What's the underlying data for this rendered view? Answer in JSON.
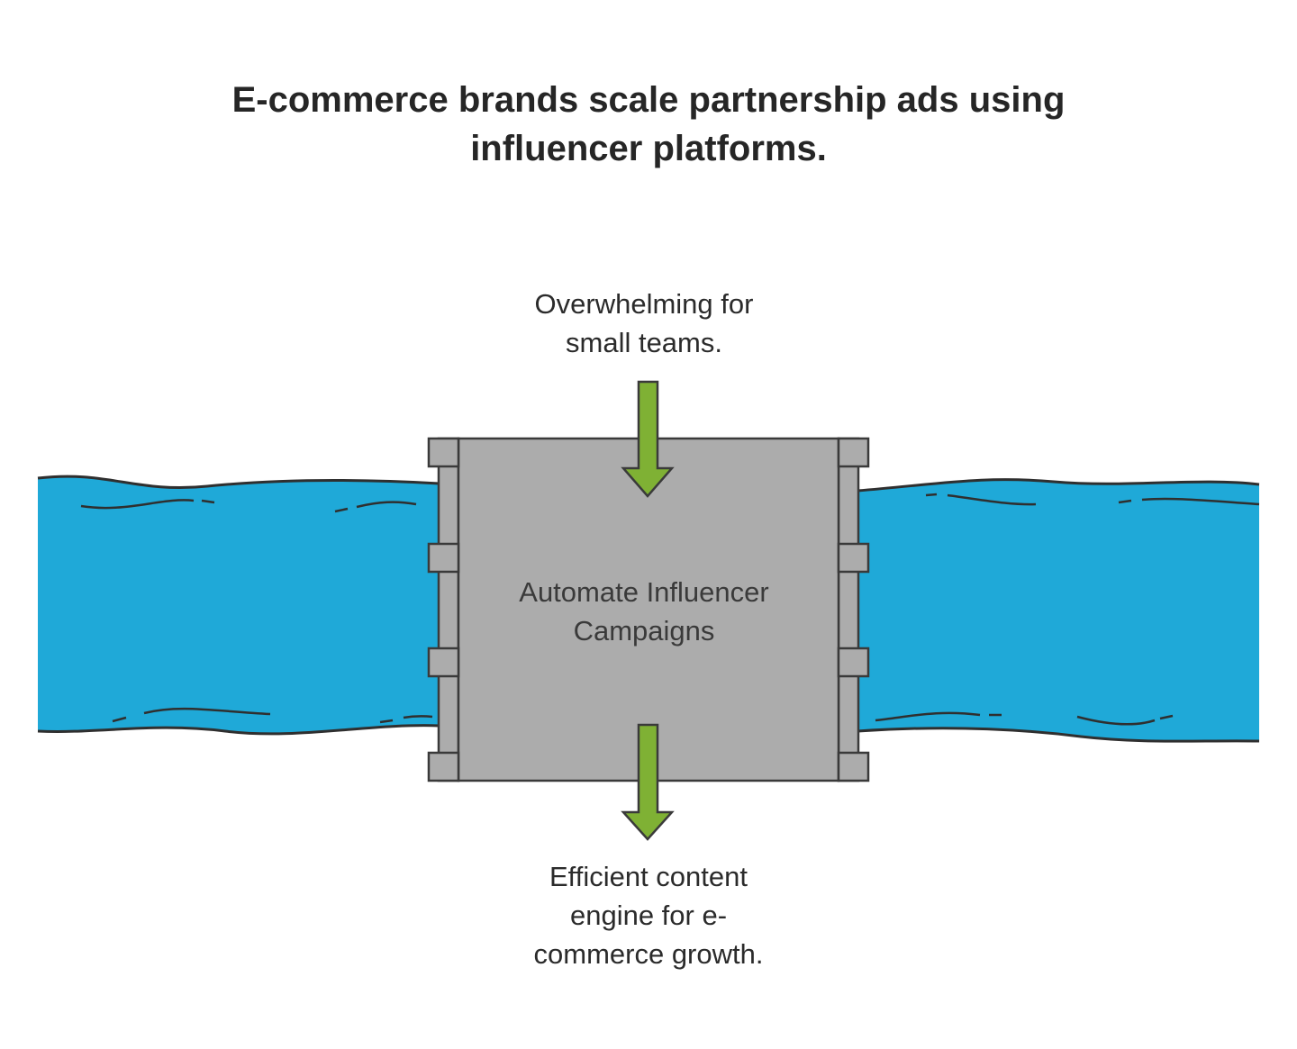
{
  "title": {
    "line1": "E-commerce brands scale partnership ads using",
    "line2": "influencer platforms."
  },
  "top_input": {
    "line1": "Overwhelming for",
    "line2": "small teams."
  },
  "center_block": {
    "line1": "Automate Influencer",
    "line2": "Campaigns"
  },
  "bottom_output": {
    "line1": "Efficient content",
    "line2": "engine for e-",
    "line3": "commerce growth."
  },
  "colors": {
    "water": "#1fa9d8",
    "block": "#acacac",
    "arrow": "#7fb134",
    "outline": "#3a3a3a"
  }
}
